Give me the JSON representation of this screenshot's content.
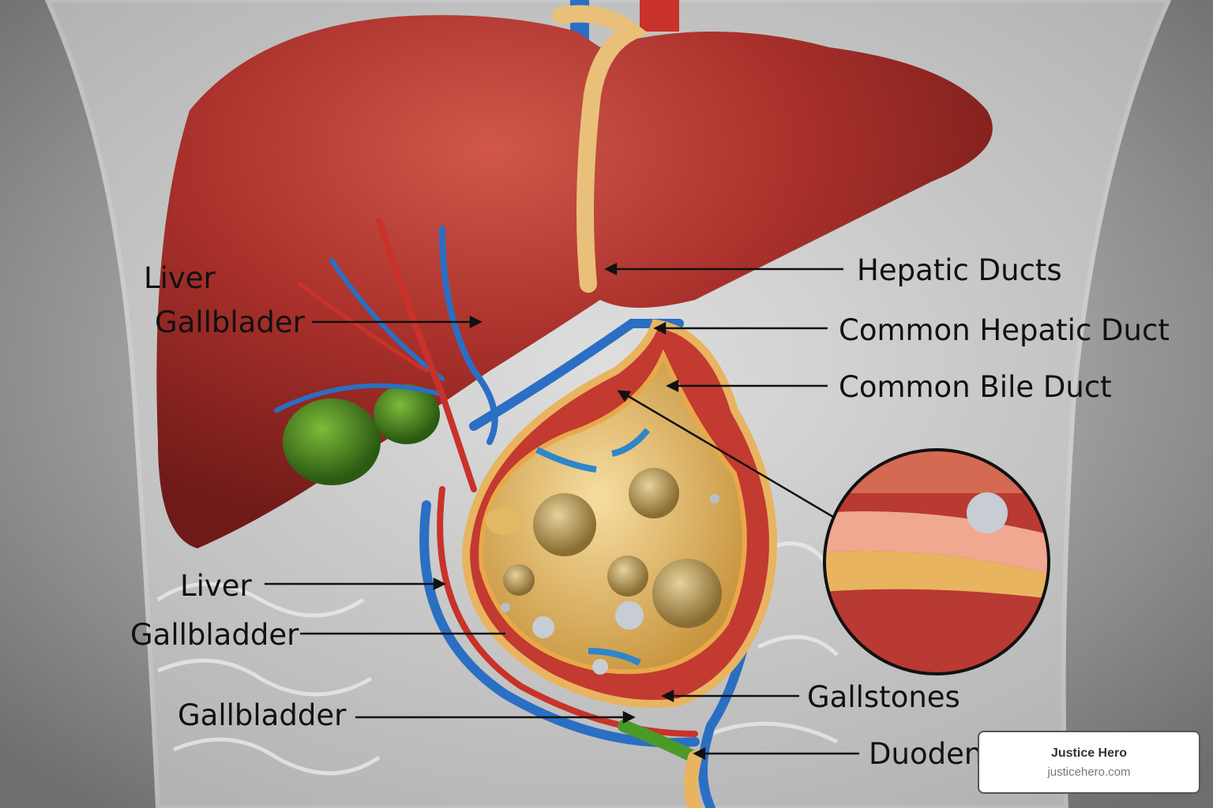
{
  "labels": {
    "liver_top": "Liver",
    "gallbladder_top": "Gallblader",
    "hepatic_ducts": "Hepatic Ducts",
    "common_hepatic_duct": "Common Hepatic Duct",
    "common_bile_duct": "Common Bile Duct",
    "liver_mid": "Liver",
    "gallbladder_mid": "Gallbladder",
    "gallstones": "Gallstones",
    "gallbladder_bottom": "Gallbladder",
    "duodenum": "Duoden"
  },
  "badge": {
    "title": "Justice Hero",
    "url": "justicehero.com"
  },
  "colors": {
    "liver": "#a8302a",
    "gallbladder": "#3f7a1f",
    "bile_sac": "#e8c27a",
    "vein": "#2a6fc4",
    "artery": "#c8322a",
    "background": "#8a8a8a"
  }
}
